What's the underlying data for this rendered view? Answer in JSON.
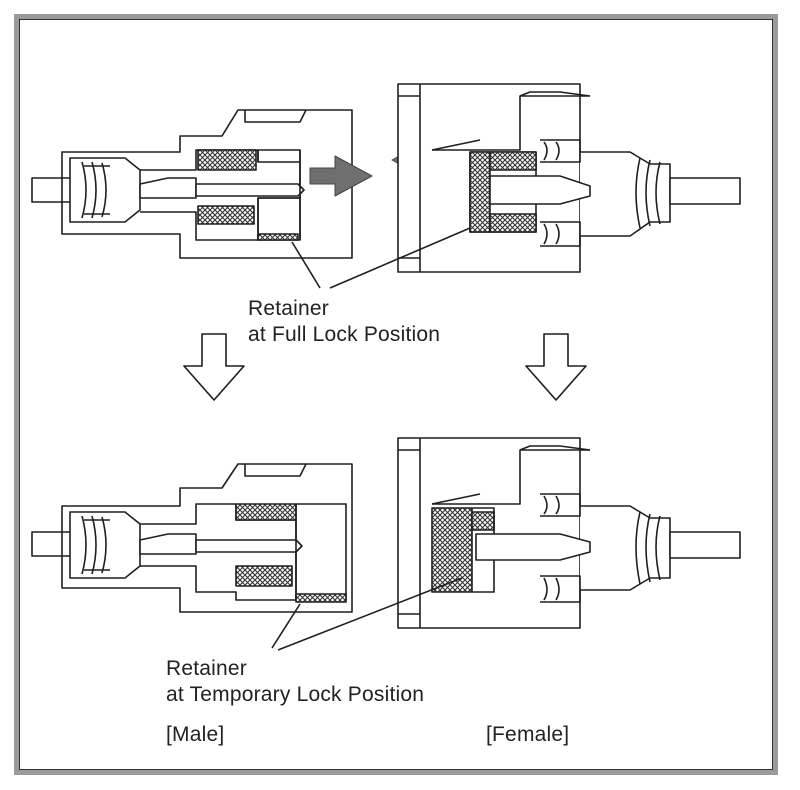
{
  "labels": {
    "retainer_full_line1": "Retainer",
    "retainer_full_line2": "at Full Lock Position",
    "retainer_temp_line1": "Retainer",
    "retainer_temp_line2": "at Temporary Lock Position",
    "male": "[Male]",
    "female": "[Female]"
  },
  "colors": {
    "line": "#1f1f1f",
    "hatch": "#333333",
    "arrow_fill": "#6f6f6f",
    "frame": "#9a9a9a"
  }
}
